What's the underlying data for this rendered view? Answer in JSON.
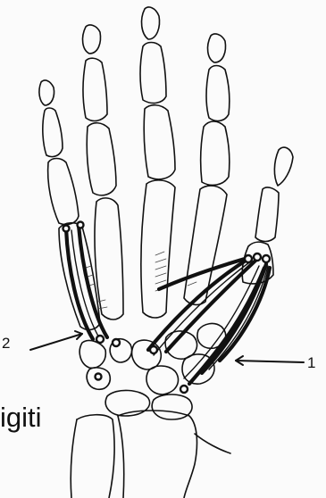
{
  "labels": {
    "one": "1",
    "two": "2"
  },
  "caption_fragment": "igiti",
  "colors": {
    "ink": "#111111",
    "paper": "#fbfbfb",
    "shade": "#9a9a9a"
  }
}
